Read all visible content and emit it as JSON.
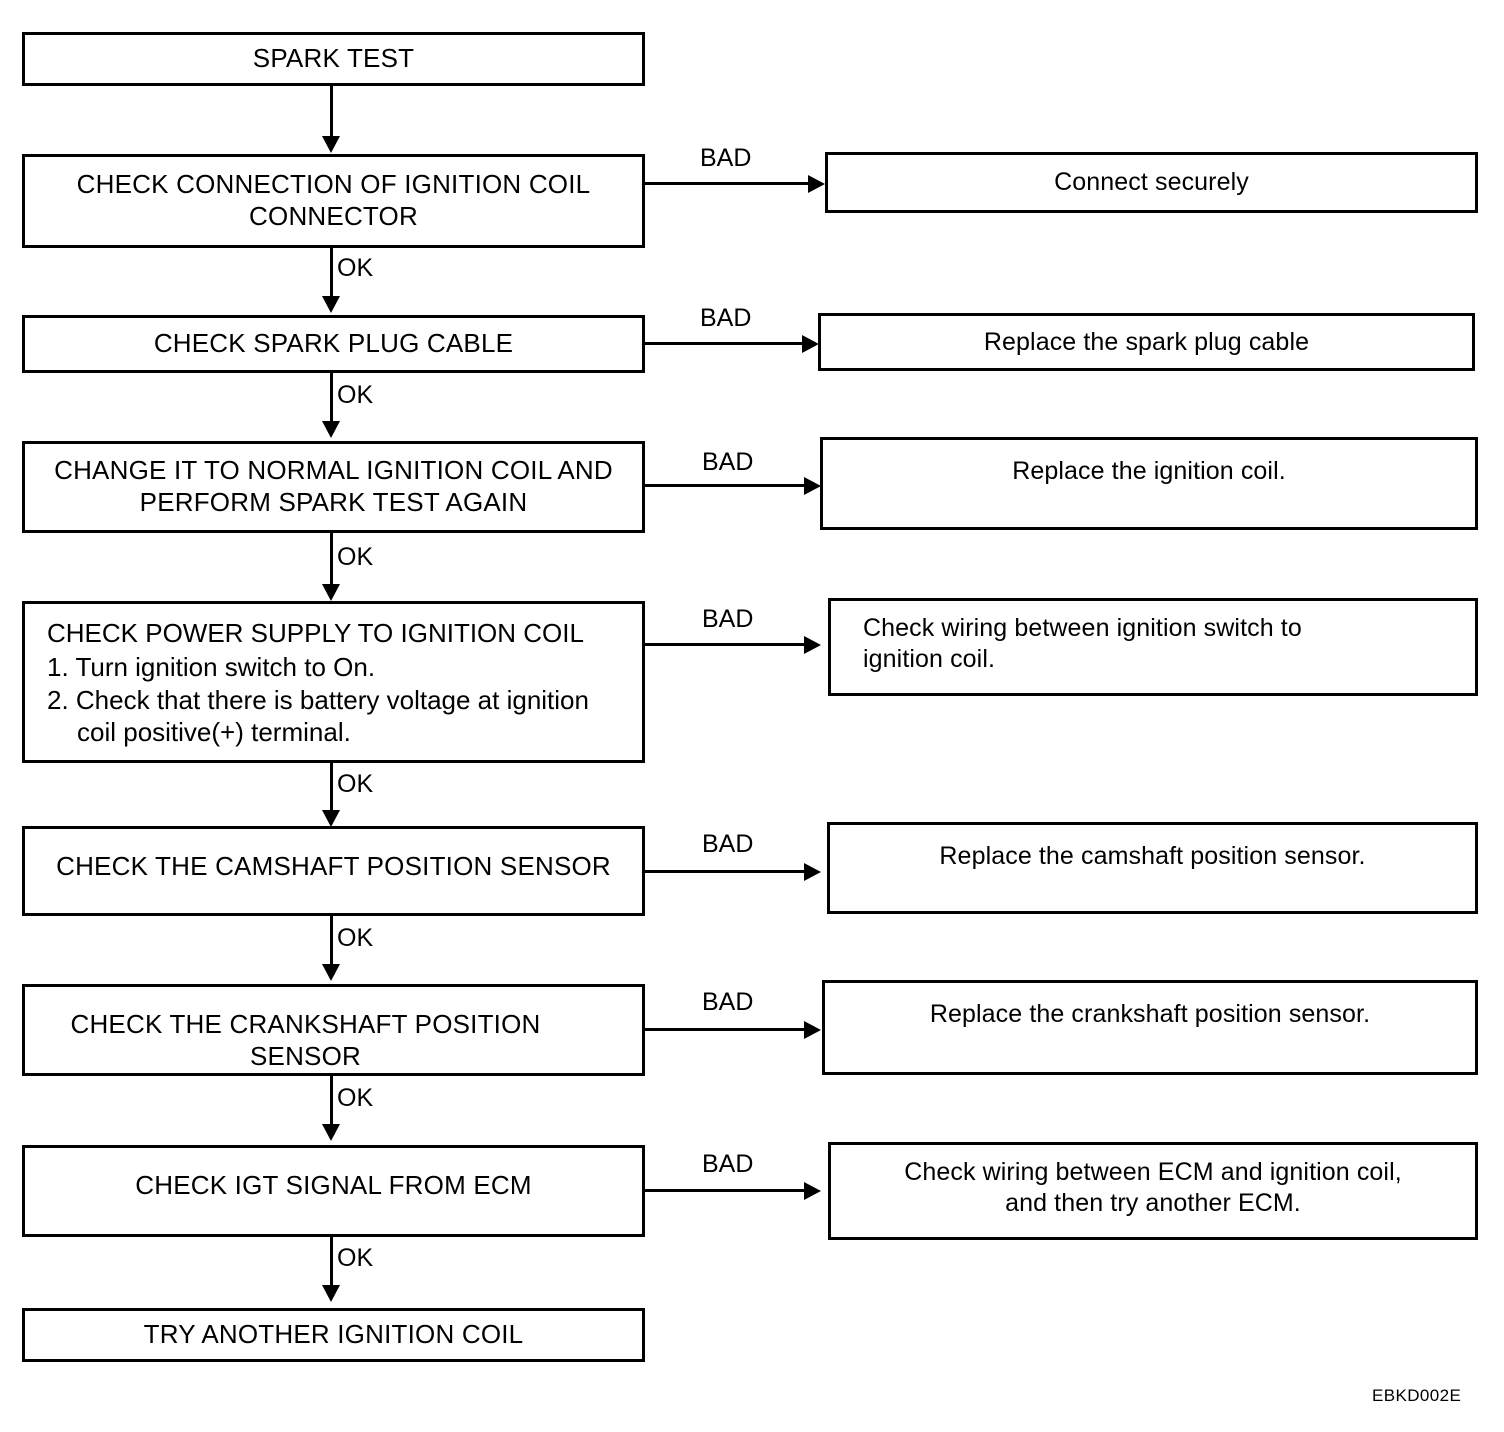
{
  "diagram": {
    "figure_code": "EBKD002E",
    "ok_label": "OK",
    "bad_label": "BAD",
    "steps": [
      {
        "id": "spark-test",
        "text": "SPARK TEST"
      },
      {
        "id": "check-connection-ignition-coil-connector",
        "text": "CHECK CONNECTION OF IGNITION COIL\nCONNECTOR",
        "bad_action": "Connect securely"
      },
      {
        "id": "check-spark-plug-cable",
        "text": "CHECK SPARK PLUG CABLE",
        "bad_action": "Replace the spark plug cable"
      },
      {
        "id": "change-to-normal-ignition-coil",
        "text": "CHANGE IT TO NORMAL IGNITION COIL AND\nPERFORM SPARK TEST AGAIN",
        "bad_action": "Replace the ignition coil."
      },
      {
        "id": "check-power-supply-ignition-coil",
        "text": "CHECK POWER SUPPLY TO IGNITION COIL",
        "substeps": [
          "1. Turn ignition switch to On.",
          "2. Check that there is battery voltage at ignition\n     coil positive(+) terminal."
        ],
        "bad_action": "Check wiring between ignition switch to\nignition coil."
      },
      {
        "id": "check-camshaft-position-sensor",
        "text": "CHECK THE CAMSHAFT POSITION SENSOR",
        "bad_action": "Replace the camshaft position sensor."
      },
      {
        "id": "check-crankshaft-position-sensor",
        "text": "CHECK THE CRANKSHAFT POSITION\nSENSOR",
        "bad_action": "Replace the crankshaft position sensor."
      },
      {
        "id": "check-igt-signal-from-ecm",
        "text": "CHECK IGT SIGNAL FROM ECM",
        "bad_action": "Check wiring between ECM and ignition coil,\nand then try another ECM."
      },
      {
        "id": "try-another-ignition-coil",
        "text": "TRY ANOTHER IGNITION COIL"
      }
    ]
  }
}
